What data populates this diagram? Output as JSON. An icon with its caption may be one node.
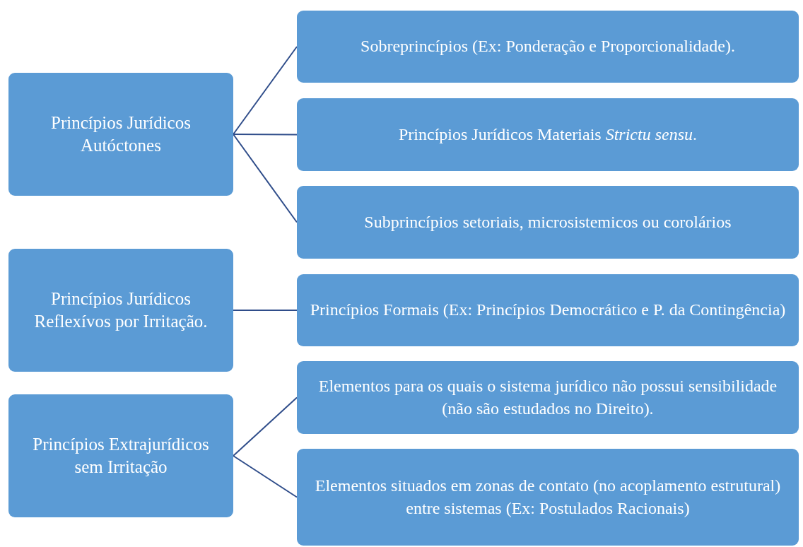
{
  "diagram": {
    "nodes": [
      {
        "text": [
          "Princípios Jurídicos Autóctones"
        ]
      },
      {
        "text": [
          "Sobreprincípios (Ex: Ponderação e Proporcionalidade)."
        ]
      },
      {
        "text": [
          "Princípios Jurídicos Materiais *Strictu sensu*."
        ]
      },
      {
        "text": [
          "Subprincípios setoriais, microsistemicos ou corolários"
        ]
      },
      {
        "text": [
          "Princípios Jurídicos Reflexívos por Irritação."
        ]
      },
      {
        "text": [
          "Princípios Formais (Ex: Princípios Democrático e P. da Contingência)"
        ]
      },
      {
        "text": [
          "Princípios Extrajurídicos sem Irritação"
        ]
      },
      {
        "text": [
          "Elementos para os quais o sistema jurídico não possui sensibilidade (não são estudados no Direito)."
        ]
      },
      {
        "text": [
          "Elementos situados em zonas de contato (no acoplamento estrutural) entre sistemas (Ex: Postulados Racionais)"
        ]
      }
    ],
    "edges": [
      {
        "from": 0,
        "to": 1,
        "arrow": "none"
      },
      {
        "from": 0,
        "to": 2,
        "arrow": "none"
      },
      {
        "from": 0,
        "to": 3,
        "arrow": "none"
      },
      {
        "from": 4,
        "to": 5,
        "arrow": "none"
      },
      {
        "from": 6,
        "to": 7,
        "arrow": "none"
      },
      {
        "from": 6,
        "to": 8,
        "arrow": "none"
      }
    ]
  }
}
